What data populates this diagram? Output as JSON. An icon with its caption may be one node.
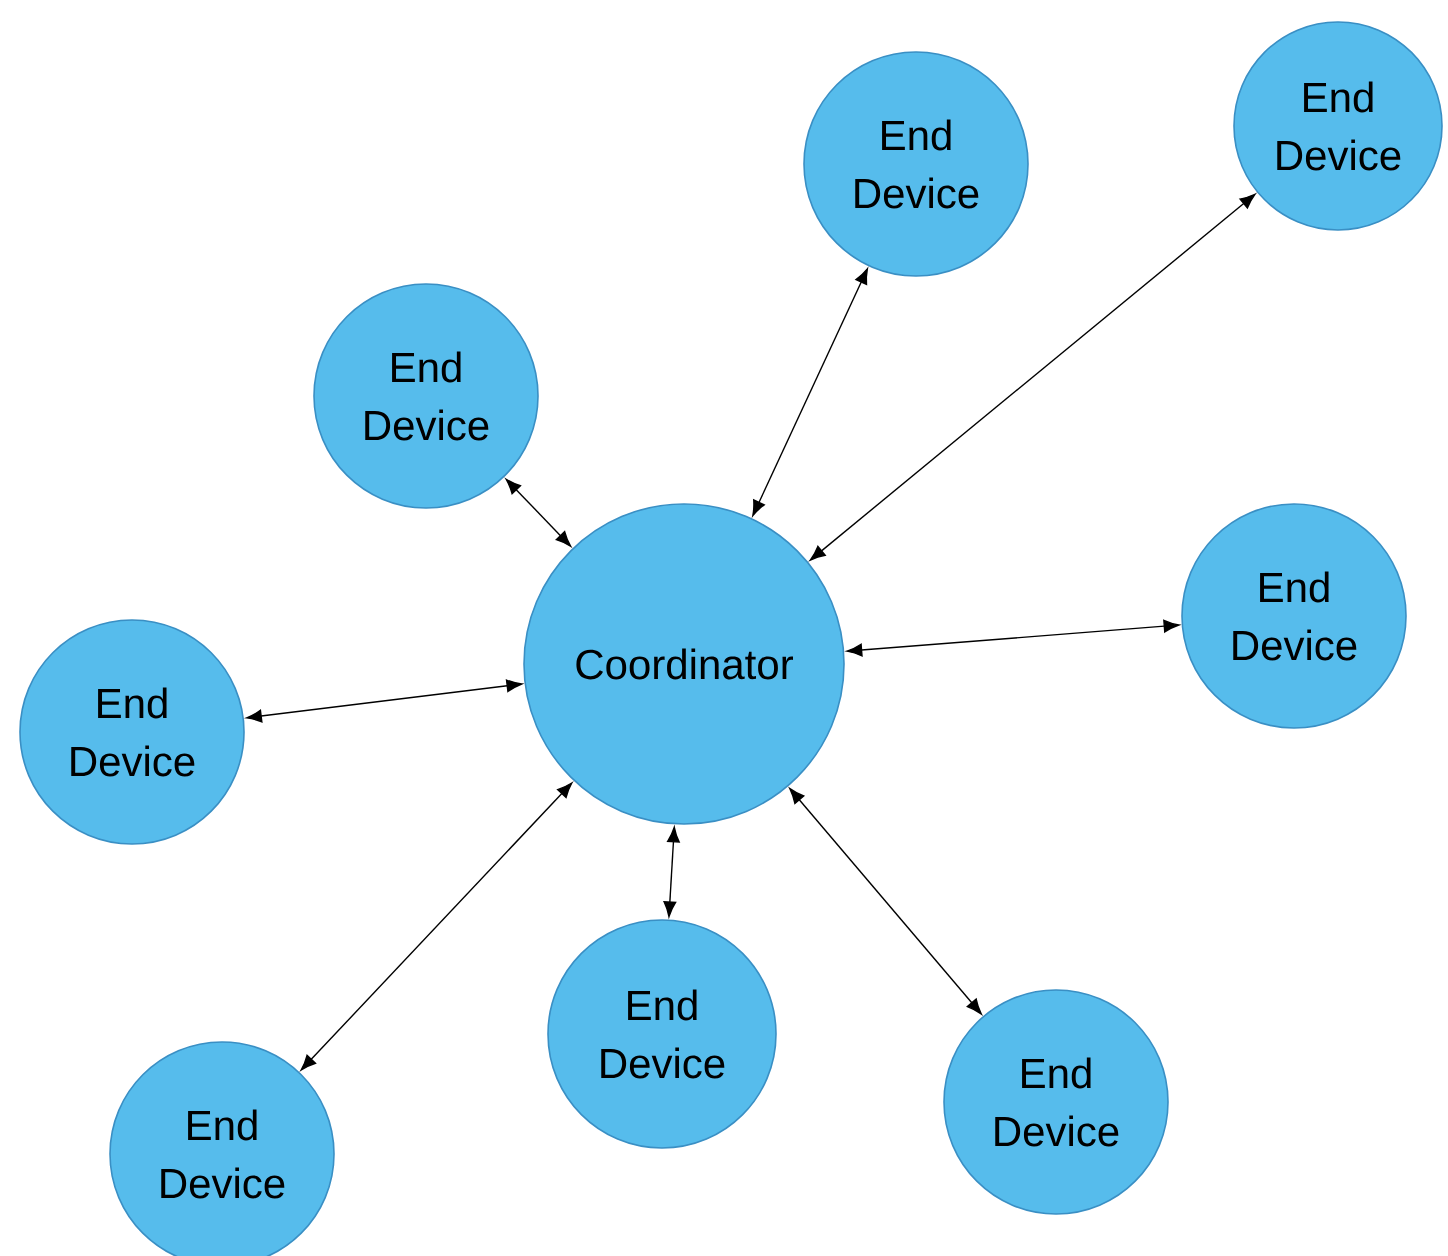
{
  "diagram": {
    "nodes": [
      {
        "text": [
          "End Device"
        ]
      },
      {
        "text": [
          "End Device"
        ]
      },
      {
        "text": [
          "End Device"
        ]
      },
      {
        "text": [
          "End Device"
        ]
      },
      {
        "text": [
          "Coordinator"
        ]
      },
      {
        "text": [
          "End Device"
        ]
      },
      {
        "text": [
          "End Device"
        ]
      },
      {
        "text": [
          "End Device"
        ]
      },
      {
        "text": [
          "End Device"
        ]
      }
    ],
    "edges": [
      {
        "from": 4,
        "to": 0,
        "arrow": "both"
      },
      {
        "from": 4,
        "to": 1,
        "arrow": "both"
      },
      {
        "from": 4,
        "to": 2,
        "arrow": "both"
      },
      {
        "from": 4,
        "to": 3,
        "arrow": "both"
      },
      {
        "from": 4,
        "to": 5,
        "arrow": "both"
      },
      {
        "from": 4,
        "to": 6,
        "arrow": "both"
      },
      {
        "from": 4,
        "to": 7,
        "arrow": "both"
      },
      {
        "from": 4,
        "to": 8,
        "arrow": "both"
      }
    ]
  }
}
